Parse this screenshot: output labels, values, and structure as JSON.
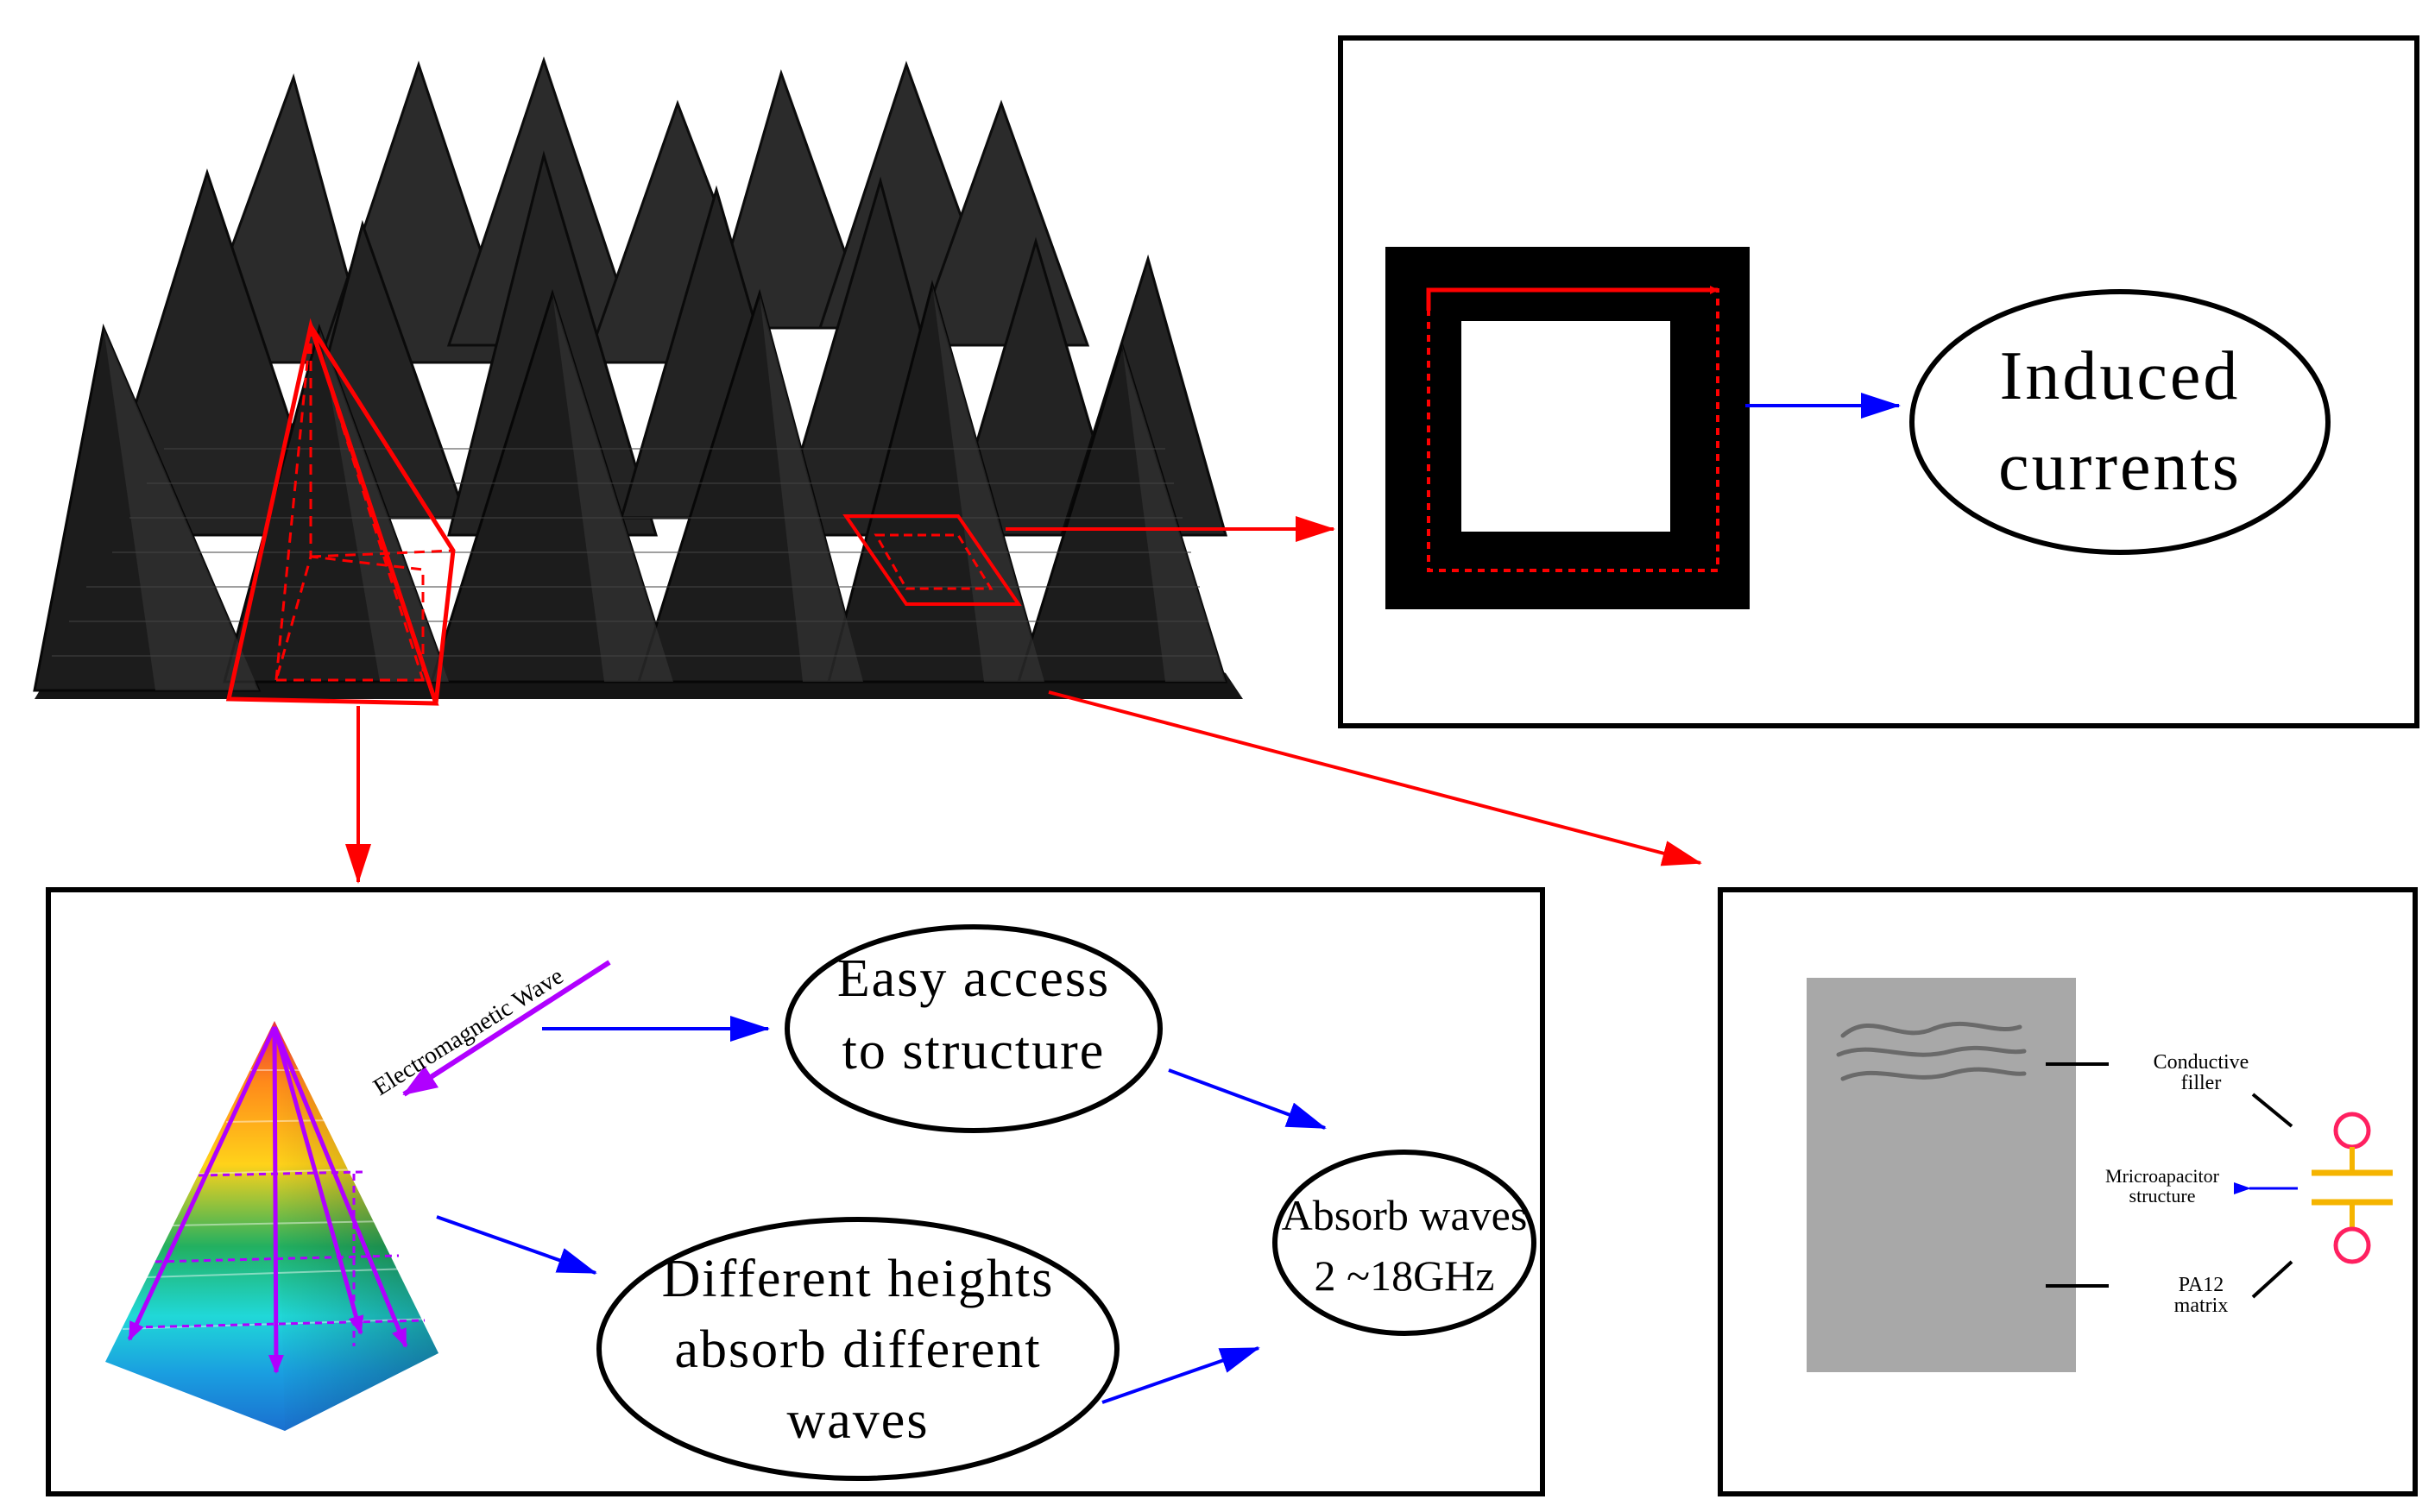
{
  "top_right_panel": {
    "ellipse_text_line1": "Induced",
    "ellipse_text_line2": "currents"
  },
  "bottom_left_panel": {
    "wave_label": "Electromagnetic Wave",
    "easy_access_line1": "Easy access",
    "easy_access_line2": "to structure",
    "heights_line1": "Different heights",
    "heights_line2": "absorb different",
    "heights_line3": "waves",
    "absorb_line1": "Absorb waves",
    "absorb_line2": "2 ~18GHz"
  },
  "bottom_right_panel": {
    "conductive_line1": "Conductive",
    "conductive_line2": "filler",
    "microcap_line1": "Mricroapacitor",
    "microcap_line2": "structure",
    "matrix_line1": "PA12",
    "matrix_line2": "matrix"
  },
  "colors": {
    "panel_border": "#000000",
    "red_arrow": "#ff0000",
    "blue_arrow": "#0000ff",
    "purple_wave": "#b000ff",
    "capacitor_plate": "#f5b400",
    "capacitor_node": "#ff2060",
    "matrix_gray": "#a8a8a8"
  }
}
